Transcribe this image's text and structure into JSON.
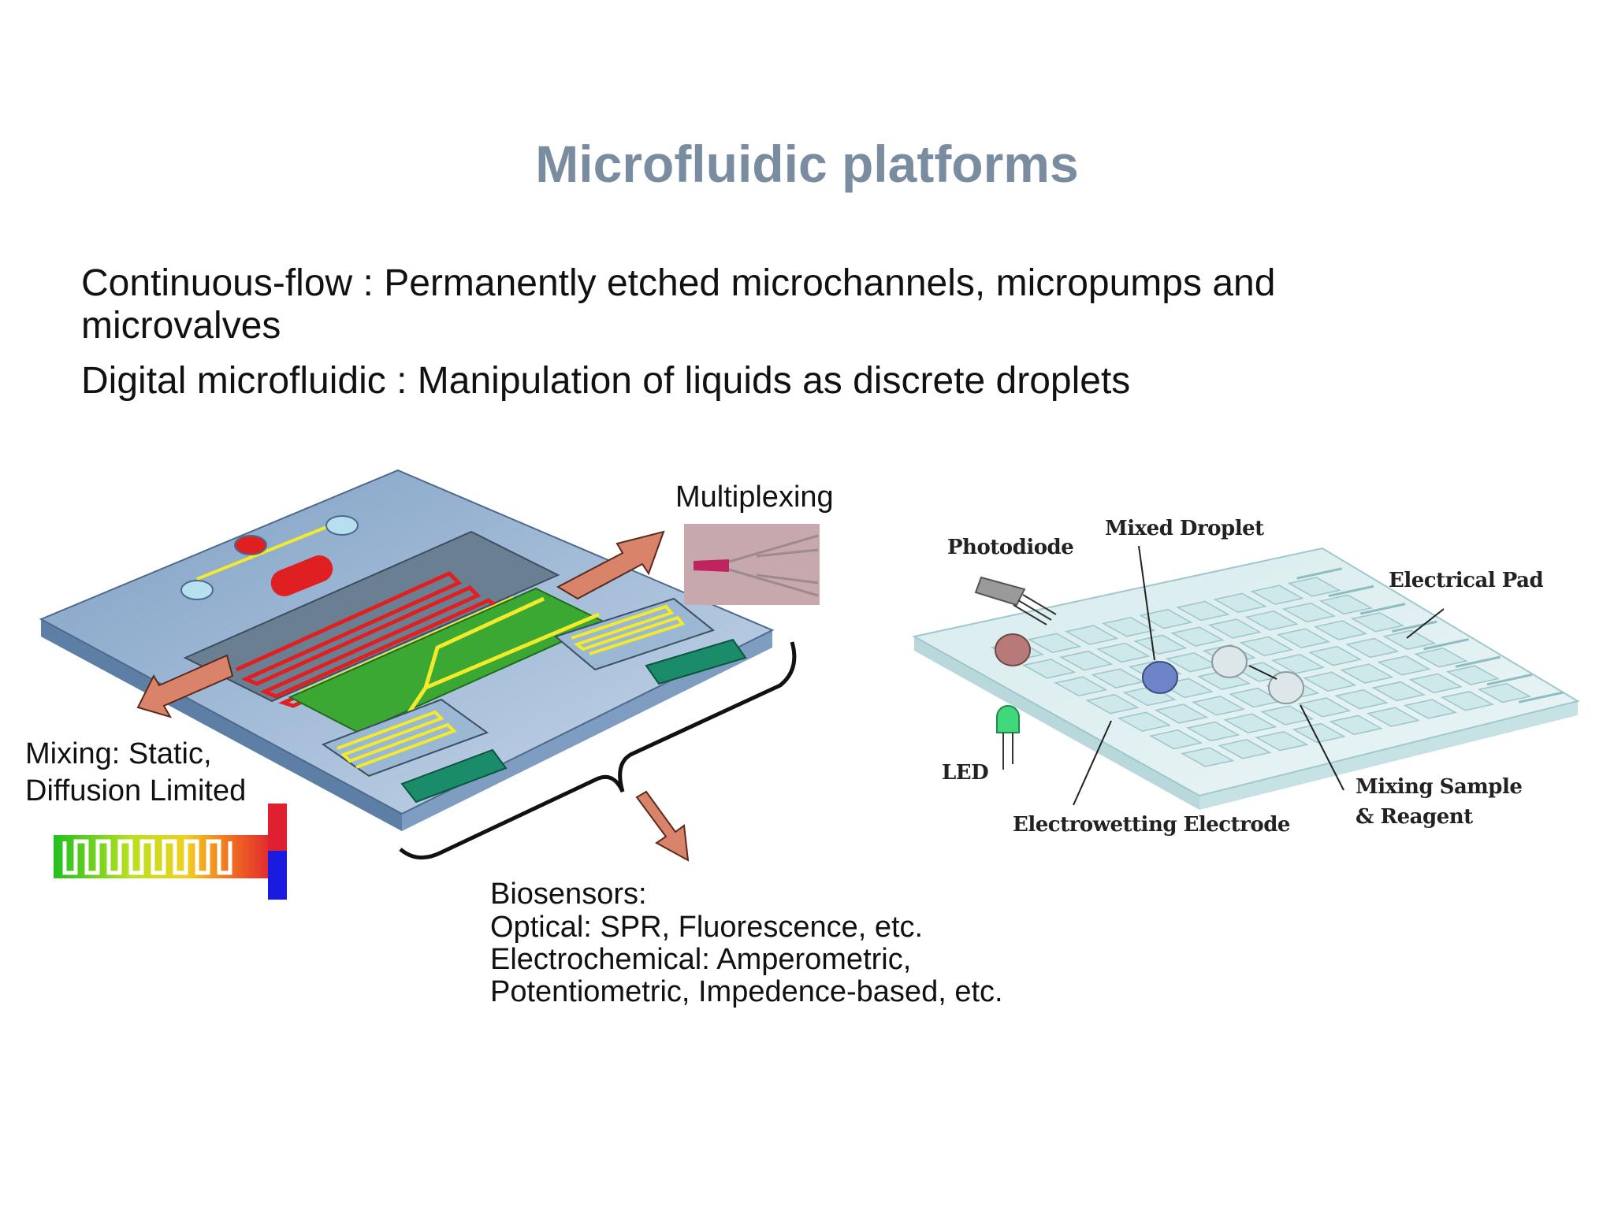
{
  "title": "Microfluidic platforms",
  "bullets": [
    "Continuous-flow : Permanently etched microchannels, micropumps and microvalves",
    "Digital microfluidic : Manipulation of liquids as discrete droplets"
  ],
  "left_diagram": {
    "multiplexing_label": "Multiplexing",
    "mixing_label_line1": "Mixing: Static,",
    "mixing_label_line2": "Diffusion Limited",
    "biosensors_lines": [
      "Biosensors:",
      "Optical: SPR, Fluorescence, etc.",
      "Electrochemical: Amperometric,",
      "Potentiometric, Impedence-based, etc."
    ]
  },
  "right_diagram": {
    "photodiode": "Photodiode",
    "mixed_droplet": "Mixed Droplet",
    "electrical_pad": "Electrical Pad",
    "led": "LED",
    "electrowetting": "Electrowetting Electrode",
    "mixing_sample_line1": "Mixing Sample",
    "mixing_sample_line2": "& Reagent"
  },
  "colors": {
    "title": "#7a8da0",
    "chip_top": "#a9c3dc",
    "serpentine_red": "#e02020",
    "reaction_green": "#3aa832",
    "channel_yellow": "#f2ea2a",
    "arrow_fill": "#d9846a",
    "droplet_blue": "#6d84c8",
    "droplet_red": "#b87a78"
  }
}
